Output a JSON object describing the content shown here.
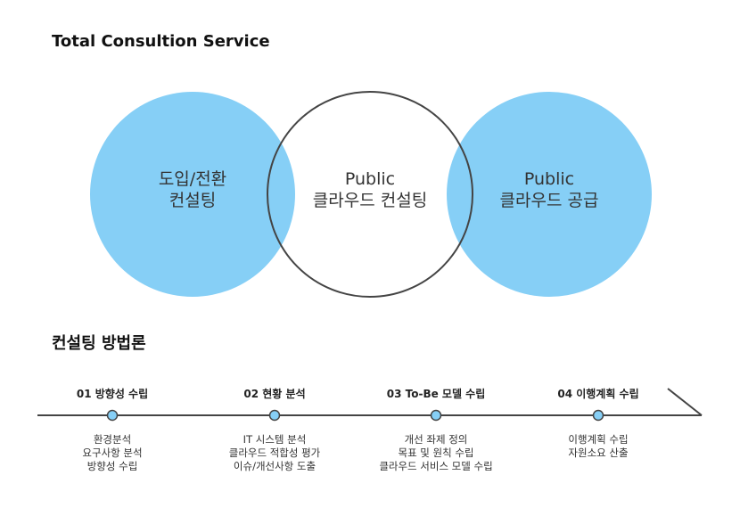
{
  "title": "Total Consultion Service",
  "colors": {
    "circle_fill": "#86CFF6",
    "outline": "#444444",
    "line": "#444444",
    "dot_fill": "#86CFF6"
  },
  "venn": {
    "left": {
      "lines": [
        "도입/전환",
        "컨설팅"
      ]
    },
    "center": {
      "lines": [
        "Public",
        "클라우드 컨설팅"
      ]
    },
    "right": {
      "lines": [
        "Public",
        "클라우드 공급"
      ]
    }
  },
  "methodology": {
    "title": "컨설팅 방법론",
    "steps": [
      {
        "title": "01 방향성 수립",
        "desc": [
          "환경분석",
          "요구사항 분석",
          "방향성 수립"
        ]
      },
      {
        "title": "02 현황 분석",
        "desc": [
          "IT 시스템 분석",
          "클라우드 적합성 평가",
          "이슈/개선사항 도출"
        ]
      },
      {
        "title": "03 To-Be 모델 수립",
        "desc": [
          "개선 좌제 정의",
          "목표 및 원칙 수립",
          "클라우드 서비스 모델 수립"
        ]
      },
      {
        "title": "04 이행계획 수립",
        "desc": [
          "이행계획 수립",
          "자원소요 산출"
        ]
      }
    ]
  }
}
